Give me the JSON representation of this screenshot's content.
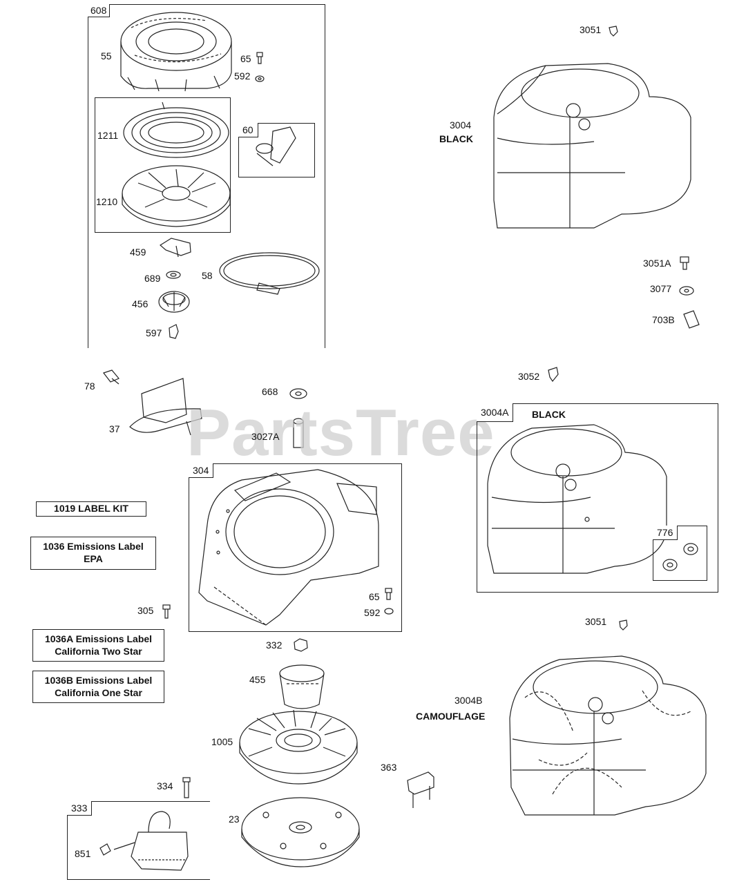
{
  "watermark": "PartsTree",
  "labels": {
    "l608": "608",
    "l55": "55",
    "l65a": "65",
    "l592a": "592",
    "l1211": "1211",
    "l60": "60",
    "l1210": "1210",
    "l459": "459",
    "l689": "689",
    "l58": "58",
    "l456": "456",
    "l597": "597",
    "l78": "78",
    "l37": "37",
    "l668": "668",
    "l3027A": "3027A",
    "l304": "304",
    "l65b": "65",
    "l592b": "592",
    "l305": "305",
    "l332": "332",
    "l455": "455",
    "l1005": "1005",
    "l334": "334",
    "l333": "333",
    "l851": "851",
    "l23": "23",
    "l363": "363",
    "l3051a": "3051",
    "l3004": "3004",
    "black1": "BLACK",
    "l3051A": "3051A",
    "l3077": "3077",
    "l703B": "703B",
    "l3052": "3052",
    "l3004A": "3004A",
    "black2": "BLACK",
    "l776": "776",
    "l3051b": "3051",
    "l3004B": "3004B",
    "camo": "CAMOUFLAGE"
  },
  "kits": {
    "k1019": "1019 LABEL KIT",
    "k1036_1": "1036 Emissions Label",
    "k1036_2": "EPA",
    "k1036A_1": "1036A Emissions Label",
    "k1036A_2": "California Two Star",
    "k1036B_1": "1036B Emissions Label",
    "k1036B_2": "California One Star"
  }
}
